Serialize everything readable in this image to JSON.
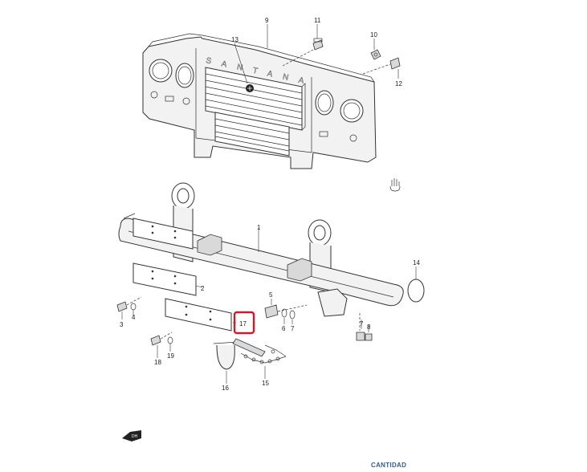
{
  "diagram": {
    "grille_lettering": "SANTANA",
    "callouts": [
      "1",
      "2",
      "3",
      "4",
      "5",
      "6",
      "7",
      "7",
      "8",
      "9",
      "10",
      "11",
      "12",
      "13",
      "14",
      "15",
      "16",
      "17",
      "18",
      "19"
    ],
    "highlighted_callout": "17",
    "highlight_color": "#d0192b"
  },
  "footer": {
    "quantity_label": "CANTIDAD"
  }
}
